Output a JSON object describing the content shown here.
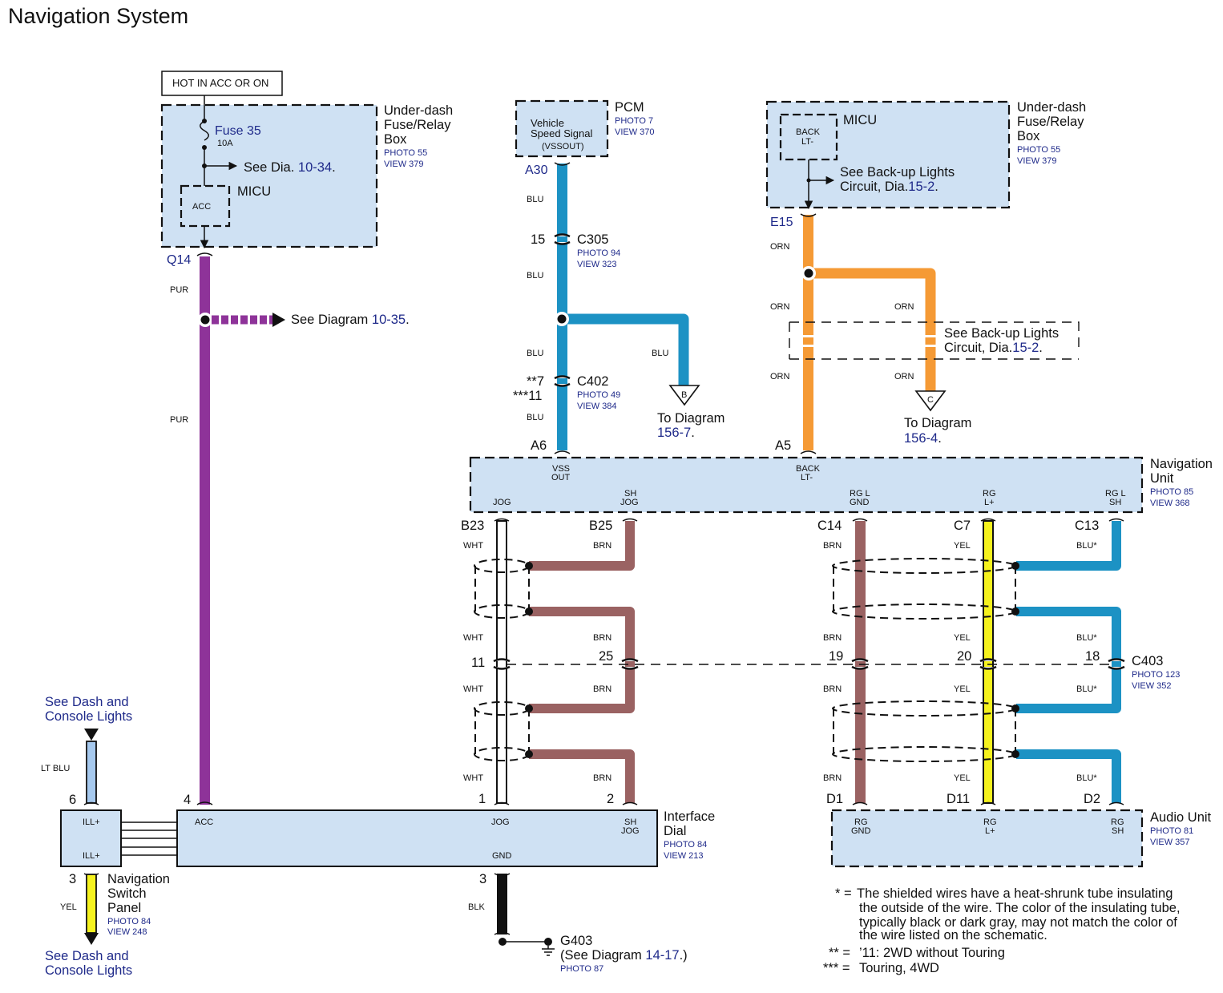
{
  "title": "Navigation System",
  "colors": {
    "PUR": "#8e3399",
    "BLU": "#1c92c4",
    "ORN": "#f59a35",
    "BRN": "#9a6262",
    "YEL": "#f5f21e",
    "WHT": "#ffffff",
    "LT BLU": "#a6c9ee",
    "BLK": "#111111",
    "component_fill": "#cfe1f3",
    "link_text": "#1f2a8a"
  },
  "power": {
    "hot_label": "HOT IN ACC OR ON",
    "fuse_name": "Fuse 35",
    "fuse_rating": "10A",
    "see_prefix": "See Dia.",
    "see_ref": "10-34",
    "micu_label": "MICU",
    "micu_pin": "ACC",
    "box_name": [
      "Under-dash",
      "Fuse/Relay",
      "Box"
    ],
    "photo": "PHOTO 55",
    "view": "VIEW 379",
    "terminal": "Q14",
    "wire_color_labels": [
      "PUR",
      "PUR"
    ],
    "splice_see_prefix": "See Diagram",
    "splice_see_ref": "10-35"
  },
  "pcm": {
    "name": "PCM",
    "photo": "PHOTO 7",
    "view": "VIEW 370",
    "signal_lines": [
      "Vehicle",
      "Speed Signal",
      "(VSSOUT)"
    ],
    "terminal": "A30",
    "wire_labels": [
      "BLU",
      "BLU",
      "BLU",
      "BLU",
      "BLU"
    ],
    "c305": {
      "pin": "15",
      "name": "C305",
      "photo": "PHOTO 94",
      "view": "VIEW 323"
    },
    "c402": {
      "pins": [
        "**7",
        "***11"
      ],
      "name": "C402",
      "photo": "PHOTO 49",
      "view": "VIEW 384"
    },
    "branch": {
      "letter": "B",
      "to_label": "To Diagram",
      "ref": "156-7"
    },
    "nav_terminal": "A6"
  },
  "backup": {
    "box_name": [
      "Under-dash",
      "Fuse/Relay",
      "Box"
    ],
    "photo": "PHOTO 55",
    "view": "VIEW 379",
    "micu_label": "MICU",
    "micu_pin": [
      "BACK",
      "LT-"
    ],
    "see_lines": [
      "See Back-up Lights",
      "Circuit,  Dia."
    ],
    "see_ref": "15-2",
    "terminal": "E15",
    "wire_labels": [
      "ORN",
      "ORN",
      "ORN",
      "ORN",
      "ORN"
    ],
    "mid_see_lines": [
      "See Back-up Lights",
      "Circuit,  Dia."
    ],
    "mid_see_ref": "15-2",
    "branch": {
      "letter": "C",
      "to_label": "To Diagram",
      "ref": "156-4"
    },
    "nav_terminal": "A5"
  },
  "nav_unit": {
    "name": [
      "Navigation",
      "Unit"
    ],
    "photo": "PHOTO 85",
    "view": "VIEW 368",
    "pins_top": [
      {
        "label": [
          "VSS",
          "OUT"
        ]
      },
      {
        "label": [
          "BACK",
          "LT-"
        ]
      }
    ],
    "pins_bottom": [
      {
        "label": [
          "JOG"
        ],
        "terminal": "B23"
      },
      {
        "label": [
          "SH",
          "JOG"
        ],
        "terminal": "B25"
      },
      {
        "label": [
          "RG L",
          "GND"
        ],
        "terminal": "C14"
      },
      {
        "label": [
          "RG",
          "L+"
        ],
        "terminal": "C7"
      },
      {
        "label": [
          "RG L",
          "SH"
        ],
        "terminal": "C13"
      }
    ]
  },
  "harness": {
    "wires": [
      {
        "color": "WHT",
        "labels": [
          "WHT",
          "WHT",
          "WHT",
          "WHT"
        ],
        "c403_pin": "11",
        "end_terminal": "1"
      },
      {
        "color": "BRN",
        "labels": [
          "BRN",
          "BRN",
          "BRN",
          "BRN"
        ],
        "c403_pin": "25",
        "end_terminal": "2"
      },
      {
        "color": "BRN",
        "labels": [
          "BRN",
          "BRN",
          "BRN",
          "BRN"
        ],
        "c403_pin": "19",
        "end_terminal": "D1"
      },
      {
        "color": "YEL",
        "labels": [
          "YEL",
          "YEL",
          "YEL",
          "YEL"
        ],
        "c403_pin": "20",
        "end_terminal": "D11"
      },
      {
        "color": "BLU",
        "labels": [
          "BLU*",
          "BLU*",
          "BLU*",
          "BLU*"
        ],
        "c403_pin": "18",
        "end_terminal": "D2"
      }
    ],
    "c403": {
      "name": "C403",
      "photo": "PHOTO 123",
      "view": "VIEW 352"
    }
  },
  "interface_dial": {
    "name": [
      "Interface",
      "Dial"
    ],
    "photo": "PHOTO 84",
    "view": "VIEW 213",
    "pins": {
      "acc": "ACC",
      "jog": "JOG",
      "sh_jog": [
        "SH",
        "JOG"
      ],
      "gnd": "GND"
    },
    "acc_terminal": "4",
    "gnd_terminal": "3",
    "gnd_wire": "BLK",
    "ground": {
      "name": "G403",
      "see_prefix": "(See Diagram",
      "see_ref": "14-17",
      "see_suffix": ".)",
      "photo": "PHOTO 87"
    }
  },
  "switch_panel": {
    "name": [
      "Navigation",
      "Switch",
      "Panel"
    ],
    "photo": "PHOTO 84",
    "view": "VIEW 248",
    "pins": [
      "ILL+",
      "ILL+"
    ],
    "top_terminal": "6",
    "top_wire": "LT BLU",
    "bottom_terminal": "3",
    "bottom_wire": "YEL",
    "top_ref": [
      "See Dash and",
      "Console Lights"
    ],
    "bottom_ref": [
      "See Dash and",
      "Console Lights"
    ]
  },
  "audio_unit": {
    "name": "Audio Unit",
    "photo": "PHOTO 81",
    "view": "VIEW 357",
    "pins": [
      [
        "RG",
        "GND"
      ],
      [
        "RG",
        "L+"
      ],
      [
        "RG",
        "SH"
      ]
    ]
  },
  "notes": [
    {
      "mark": "* =",
      "lines": [
        "The shielded wires have a heat-shrunk tube insulating",
        "the outside of the wire. The color of the insulating tube,",
        "typically black or dark gray, may not match the color of",
        "the wire listed on the schematic."
      ]
    },
    {
      "mark": "** =",
      "lines": [
        "’11: 2WD without Touring"
      ]
    },
    {
      "mark": "*** =",
      "lines": [
        "Touring, 4WD"
      ]
    }
  ]
}
